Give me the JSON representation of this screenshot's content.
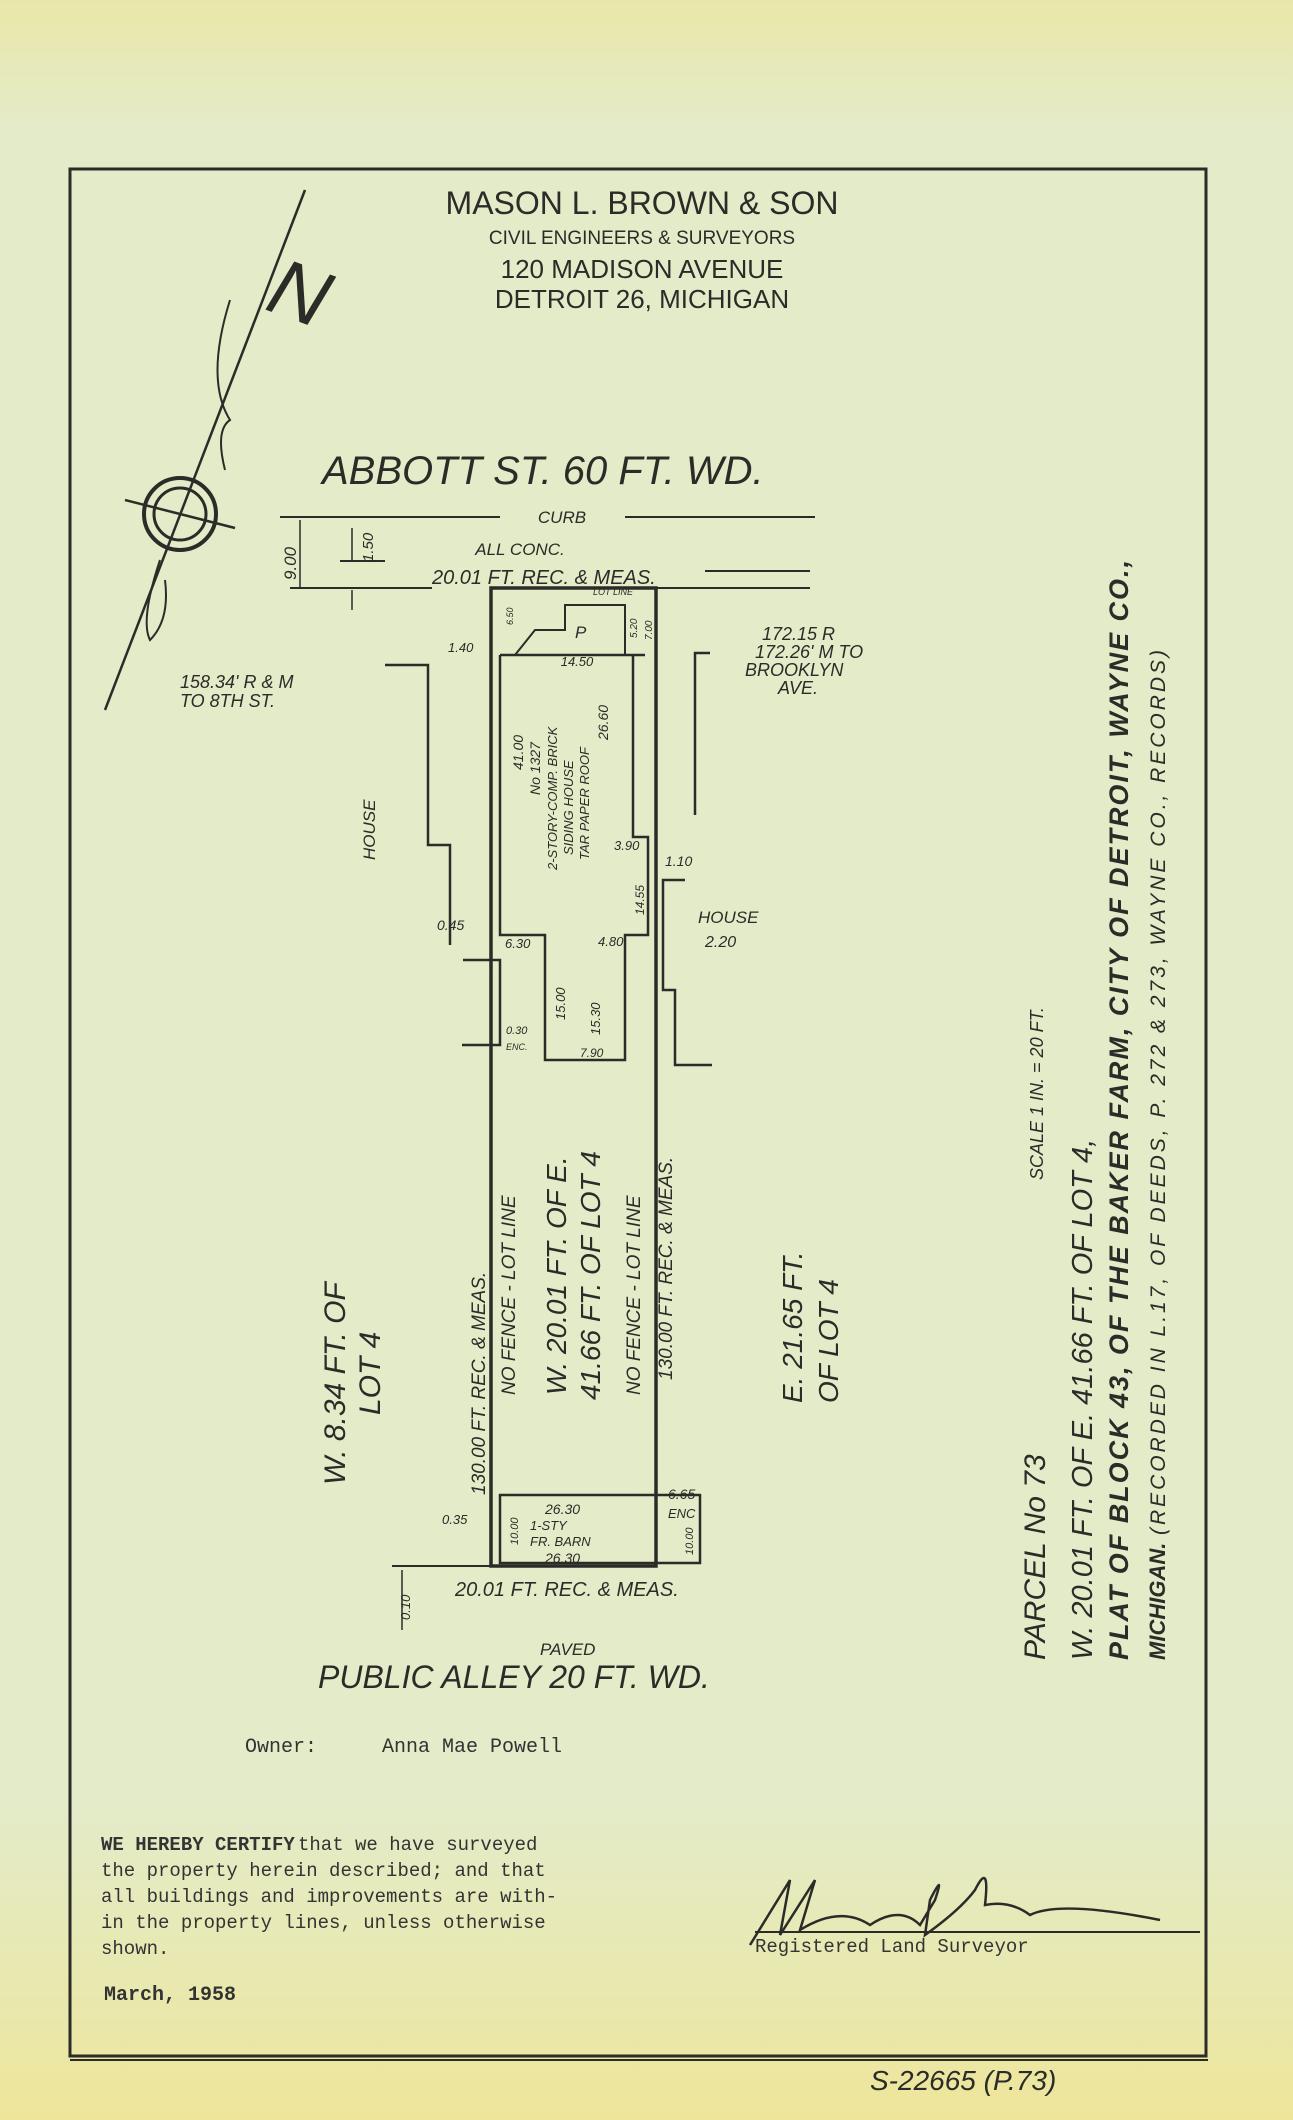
{
  "header": {
    "firm": "MASON L. BROWN & SON",
    "subtitle": "CIVIL ENGINEERS & SURVEYORS",
    "address": "120 MADISON AVENUE",
    "city": "DETROIT 26, MICHIGAN"
  },
  "north_arrow": {
    "label": "N"
  },
  "streets": {
    "top": "ABBOTT ST. 60 FT. WD.",
    "curb": "CURB",
    "all_conc": "ALL CONC.",
    "bottom_paved": "PAVED",
    "bottom": "PUBLIC ALLEY 20 FT. WD."
  },
  "dimensions": {
    "front": "20.01 FT. REC. & MEAS.",
    "rear": "20.01 FT. REC. & MEAS.",
    "d900": "9.00",
    "d150": "1.50",
    "lot_line": "LOT LINE",
    "p": "P",
    "d650": "6.50",
    "d520": "5.20",
    "d700": "7.00",
    "d140": "1.40",
    "d1450": "14.50",
    "d4100": "41.00",
    "d2660": "26.60",
    "d390": "3.90",
    "d110": "1.10",
    "d1455": "14.55",
    "d045": "0.45",
    "d630": "6.30",
    "d480": "4.80",
    "d1500": "15.00",
    "d1530": "15.30",
    "d030": "0.30",
    "enc": "ENC.",
    "d790": "7.90",
    "left_side": "130.00 FT. REC. & MEAS.",
    "right_side": "130.00 FT. REC. & MEAS.",
    "no_fence_left": "NO FENCE - LOT LINE",
    "no_fence_right": "NO FENCE - LOT LINE",
    "d035": "0.35",
    "d2630a": "26.30",
    "d2630b": "26.30",
    "d1000a": "10.00",
    "d1000b": "10.00",
    "d665": "6.65",
    "enc2": "ENC",
    "d010": "0.10"
  },
  "labels": {
    "west_ref_1": "158.34' R & M",
    "west_ref_2": "TO 8TH ST.",
    "east_ref_1": "172.15 R",
    "east_ref_2": "172.26' M TO",
    "east_ref_3": "BROOKLYN",
    "east_ref_4": "AVE.",
    "house_left": "HOUSE",
    "house_right": "HOUSE",
    "house_right_dim": "2.20",
    "house_no": "No 1327",
    "house_desc_1": "2-STORY-COMP. BRICK",
    "house_desc_2": "SIDING HOUSE",
    "house_desc_3": "TAR PAPER ROOF",
    "barn_1": "1-STY",
    "barn_2": "FR. BARN",
    "west_lot_1": "W. 8.34 FT. OF",
    "west_lot_2": "LOT 4",
    "center_lot_1": "W. 20.01 FT. OF E.",
    "center_lot_2": "41.66 FT. OF LOT 4",
    "east_lot_1": "E. 21.65 FT.",
    "east_lot_2": "OF LOT 4"
  },
  "legal": {
    "scale": "SCALE 1 IN. = 20 FT.",
    "parcel": "PARCEL No 73",
    "line1": "W. 20.01 FT. OF E. 41.66 FT. OF LOT 4,",
    "line2": "PLAT OF BLOCK 43, OF THE BAKER FARM, CITY OF DETROIT, WAYNE CO.,",
    "line3a": "MICHIGAN.",
    "line3b": "(RECORDED IN L.17, OF DEEDS, P. 272 & 273, WAYNE CO., RECORDS)"
  },
  "owner": {
    "label": "Owner:",
    "name": "Anna Mae Powell"
  },
  "certification": {
    "lead": "WE HEREBY CERTIFY",
    "lines": [
      "that we have surveyed",
      "the property herein described; and that",
      "all buildings and improvements are with-",
      "in the property lines, unless otherwise",
      "shown."
    ],
    "date": "March, 1958",
    "signature": "Mason L. Brown",
    "signer_title": "Registered Land Surveyor"
  },
  "file_number": "S-22665 (P.73)"
}
